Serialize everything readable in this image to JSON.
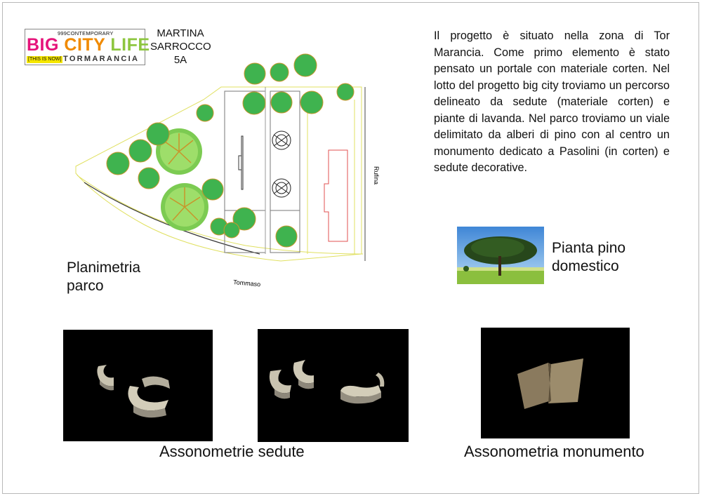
{
  "logo": {
    "top": "999CONTEMPORARY",
    "word1": "BIG",
    "word2": "CITY",
    "word3": "LIFE",
    "tag": "[THIS IS NOW]",
    "district": "TORMARANCIA",
    "colors": {
      "big": "#e5147a",
      "city": "#f08a00",
      "life": "#8dc63f",
      "tag_bg": "#f5e600"
    }
  },
  "author": {
    "line1": "MARTINA",
    "line2": "SARROCCO",
    "line3": "5A"
  },
  "description": "Il progetto è situato nella zona di Tor Marancia. Come primo elemento è stato pensato un portale con materiale corten. Nel lotto del progetto big city troviamo un percorso delineato da sedute (materiale corten) e piante di lavanda. Nel parco troviamo un viale delimitato da alberi di pino con al centro un monumento dedicato a Pasolini (in corten) e sedute decorative.",
  "plan": {
    "street_right": "Rufina",
    "street_bottom": "Tommaso",
    "label_line1": "Planimetria",
    "label_line2": "parco"
  },
  "pine": {
    "label_line1": "Pianta pino",
    "label_line2": "domestico"
  },
  "captions": {
    "seats": "Assonometrie sedute",
    "monument": "Assonometria monumento"
  }
}
